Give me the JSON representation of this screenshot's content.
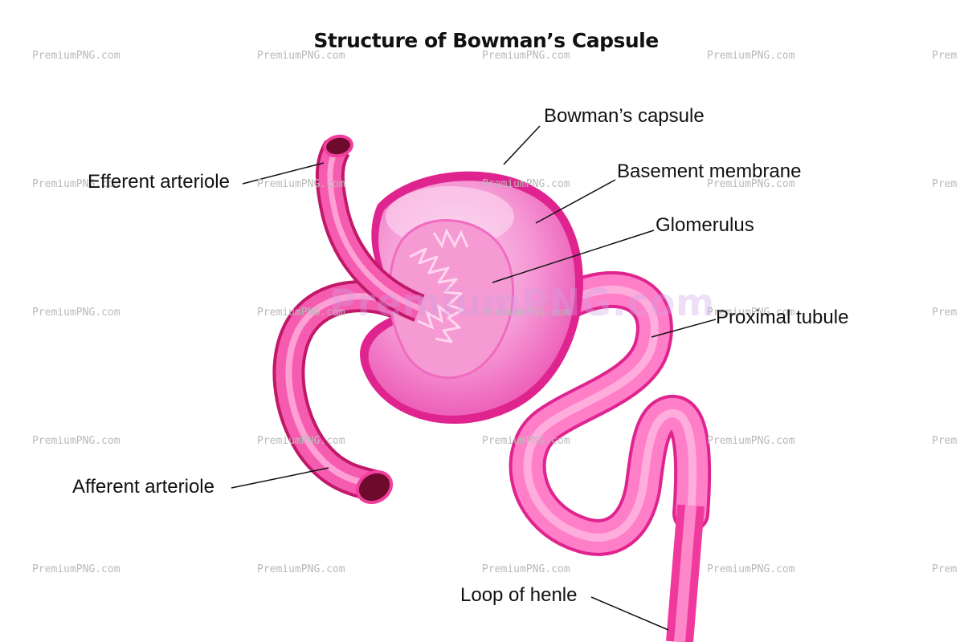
{
  "diagram": {
    "title": "Structure of Bowman’s Capsule",
    "labels": {
      "bowmans_capsule": "Bowman’s capsule",
      "basement_membrane": "Basement membrane",
      "glomerulus": "Glomerulus",
      "efferent_arteriole": "Efferent arteriole",
      "proximal_tubule": "Proximal tubule",
      "afferent_arteriole": "Afferent arteriole",
      "loop_of_henle": "Loop of henle"
    },
    "colors": {
      "capsule": "#f06cc0",
      "capsule_light": "#f7b4e0",
      "rim": "#e0248f",
      "vessel": "#f23f9e",
      "vessel_dark": "#c2186a",
      "lumen": "#6e0b2c",
      "glomerulus": "#f59ad2",
      "text": "#111111",
      "watermark": "#b9b9b9"
    }
  },
  "watermark": {
    "text": "PremiumPNG.com",
    "partial": "Prem"
  }
}
